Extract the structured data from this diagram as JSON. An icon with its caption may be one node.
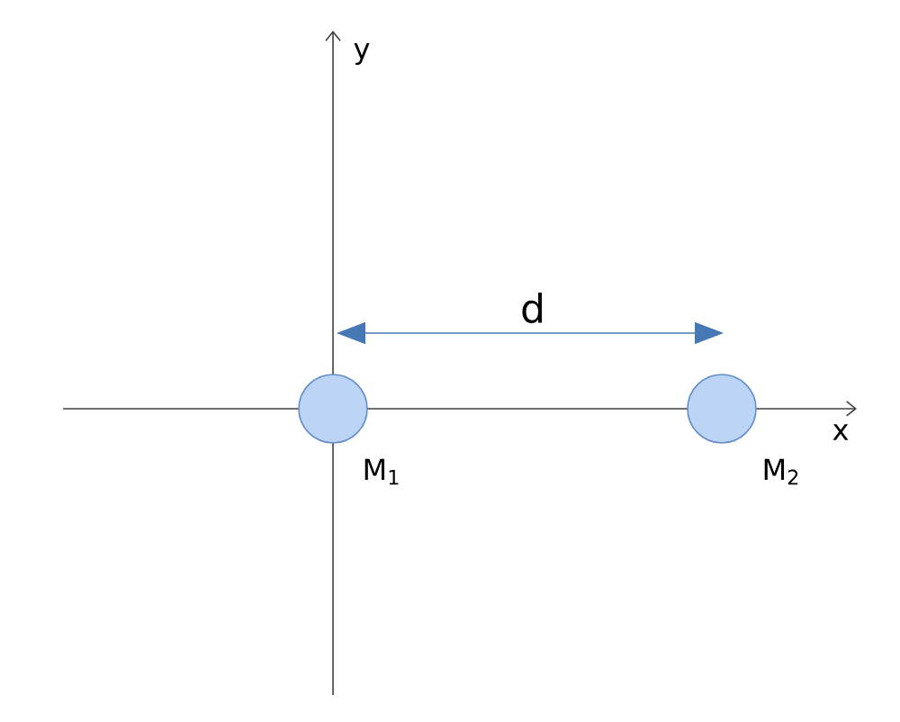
{
  "diagram": {
    "nodes": [
      {
        "text": [],
        "shape": "circle",
        "beside": [
          "M$_{1}$"
        ]
      },
      {
        "text": [],
        "shape": "circle",
        "beside": [
          "M$_{2}$"
        ]
      }
    ],
    "labels": [
      "y",
      "x",
      "d"
    ]
  }
}
